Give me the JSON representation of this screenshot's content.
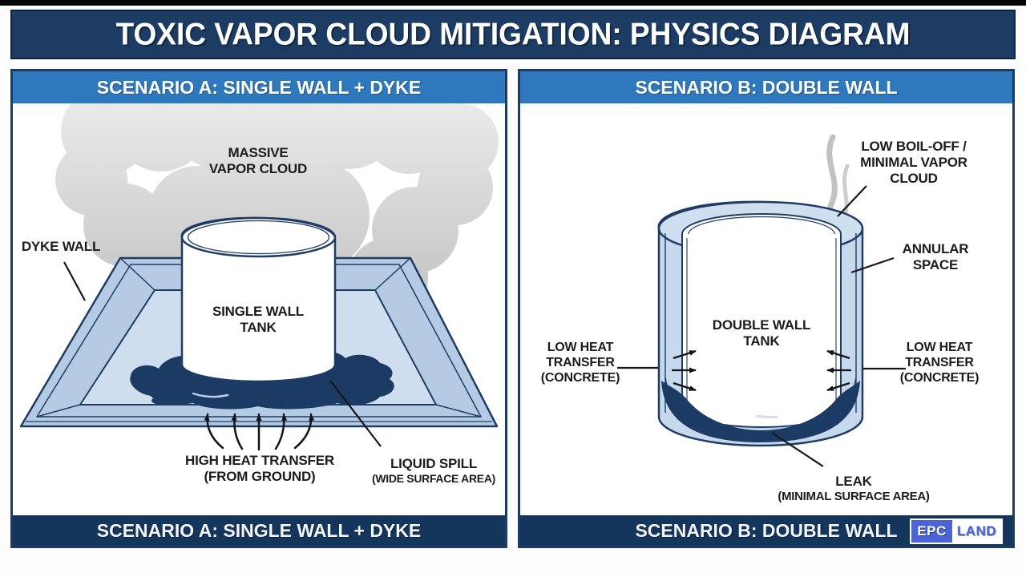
{
  "colors": {
    "navy_bar": "#1d3c63",
    "footer_navy": "#15365c",
    "header_blue": "#2e79bd",
    "outline_navy": "#1e3c64",
    "dyke_fill": "#b5cbe3",
    "dyke_floor": "#cfdeee",
    "spill_navy": "#1c3b64",
    "cloud_gray_top": "#eaeaea",
    "cloud_gray_bottom": "#b2b2b2",
    "shell_blue": "#c6d9ec",
    "logo_blue": "#4a63d8"
  },
  "title_bar": {
    "text": "TOXIC VAPOR CLOUD MITIGATION: PHYSICS DIAGRAM"
  },
  "panel_a": {
    "header": "SCENARIO A: SINGLE WALL + DYKE",
    "footer": "SCENARIO A: SINGLE WALL + DYKE",
    "labels": {
      "vapor": "MASSIVE\nVAPOR CLOUD",
      "dyke": "DYKE WALL",
      "tank": "SINGLE WALL\nTANK",
      "heat": "HIGH HEAT TRANSFER\n(FROM GROUND)",
      "spill_line1": "LIQUID SPILL",
      "spill_line2": "(WIDE SURFACE AREA)"
    }
  },
  "panel_b": {
    "header": "SCENARIO B: DOUBLE WALL",
    "footer": "SCENARIO B: DOUBLE WALL",
    "labels": {
      "boil_off": "LOW BOIL-OFF /\nMINIMAL VAPOR\nCLOUD",
      "annular": "ANNULAR\nSPACE",
      "tank": "DOUBLE WALL\nTANK",
      "heat_left": "LOW HEAT\nTRANSFER\n(CONCRETE)",
      "heat_right": "LOW HEAT\nTRANSFER\n(CONCRETE)",
      "leak_line1": "LEAK",
      "leak_line2": "(MINIMAL SURFACE AREA)"
    },
    "logo": {
      "epc": "EPC",
      "land": "LAND"
    }
  }
}
